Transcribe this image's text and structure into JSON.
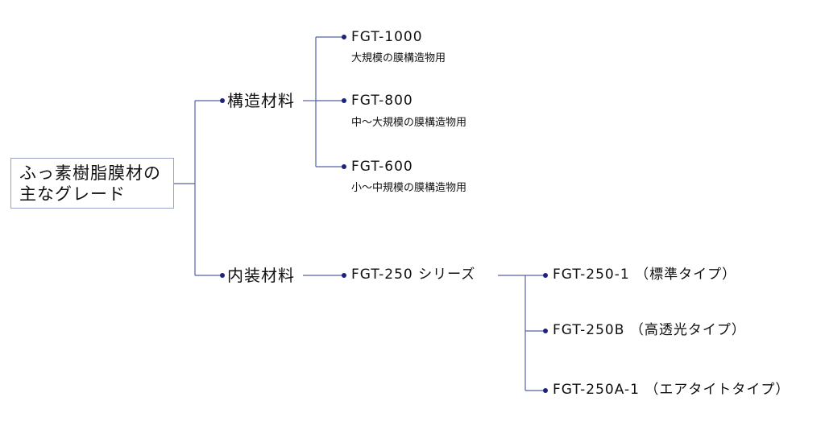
{
  "root": {
    "line1": "ふっ素樹脂膜材の",
    "line2": "主なグレード"
  },
  "categories": [
    {
      "label": "構造材料"
    },
    {
      "label": "内装材料"
    }
  ],
  "structural": [
    {
      "name": "FGT-1000",
      "note": "大規模の膜構造物用"
    },
    {
      "name": "FGT-800",
      "note": "中～大規模の膜構造物用"
    },
    {
      "name": "FGT-600",
      "note": "小～中規模の膜構造物用"
    }
  ],
  "interior_series": {
    "name": "FGT-250 シリーズ"
  },
  "interior": [
    {
      "name": "FGT-250-1 （標準タイプ）"
    },
    {
      "name": "FGT-250B （高透光タイプ）"
    },
    {
      "name": "FGT-250A-1 （エアタイトタイプ）"
    }
  ],
  "colors": {
    "line": "#5560a8",
    "dot": "#1a237e"
  }
}
